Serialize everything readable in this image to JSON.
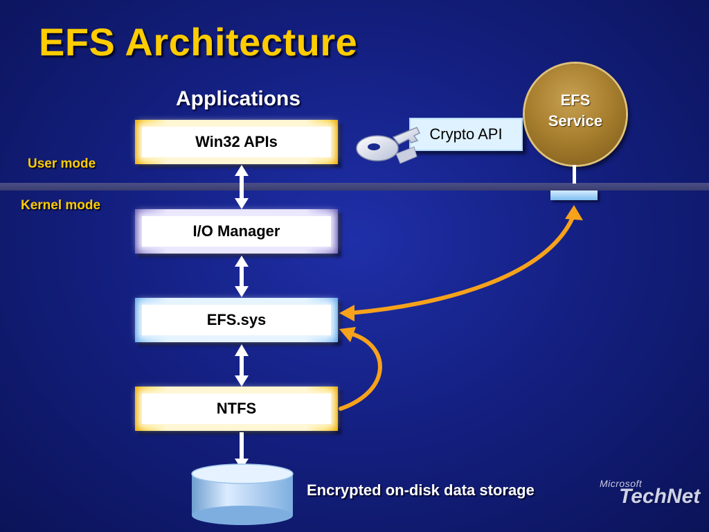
{
  "slide": {
    "title": "EFS Architecture",
    "applications_label": "Applications",
    "user_mode_label": "User mode",
    "kernel_mode_label": "Kernel mode",
    "storage_label": "Encrypted on-disk data storage"
  },
  "stack": {
    "win32": "Win32 APIs",
    "io_manager": "I/O Manager",
    "efs_sys": "EFS.sys",
    "ntfs": "NTFS"
  },
  "services": {
    "crypto_api": "Crypto API",
    "efs_service_line1": "EFS",
    "efs_service_line2": "Service"
  },
  "logo": {
    "small": "Microsoft",
    "big": "TechNet"
  },
  "colors": {
    "title": "#ffcc00",
    "background": "#142082",
    "arrow_orange": "#f7a21b",
    "efs_service": "#a9802f"
  },
  "icons": [
    "key-icon",
    "database-cylinder-icon"
  ]
}
